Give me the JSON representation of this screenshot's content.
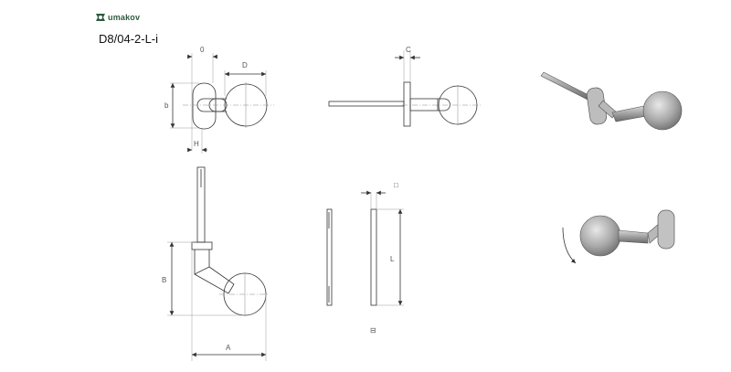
{
  "brand": {
    "name": "umakov"
  },
  "product_code": "D8/04-2-L-i",
  "dimensions": {
    "front_view": {
      "top_left": "0",
      "top_right": "D",
      "left": "b",
      "bottom": "H"
    },
    "side_view": {
      "top": "C"
    },
    "elevation_view": {
      "left": "B",
      "bottom": "A"
    },
    "spindle_view": {
      "top": "□",
      "right": "L",
      "bottom_symbol": "⊟"
    }
  },
  "views": [
    "front-view",
    "side-view",
    "elevation-view",
    "spindle-view",
    "iso-view-top",
    "iso-view-bottom"
  ]
}
